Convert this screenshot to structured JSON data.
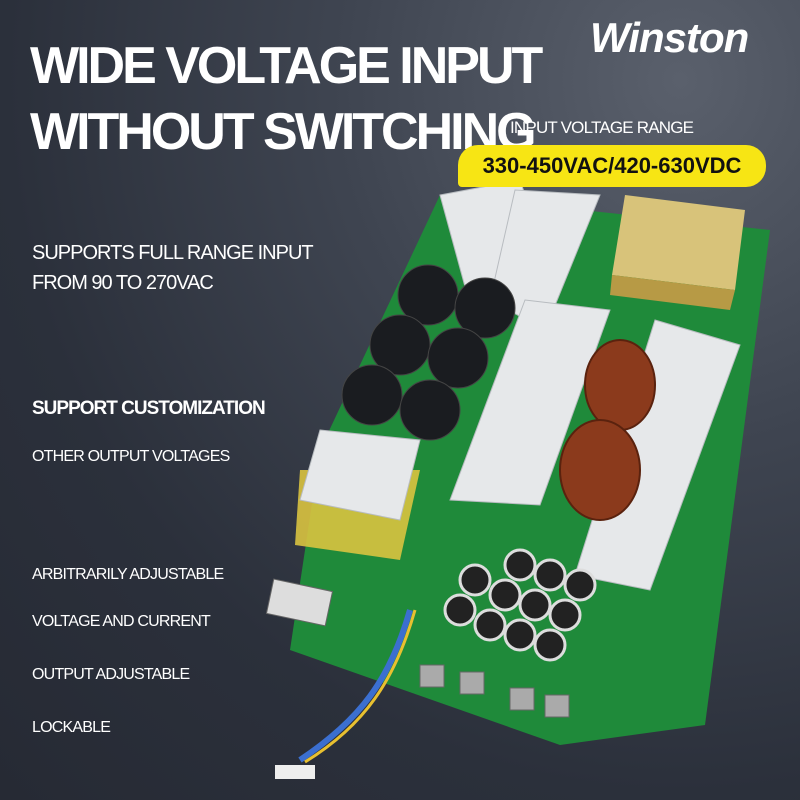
{
  "brand": {
    "logo": "Winston"
  },
  "headline": {
    "line1": "WIDE VOLTAGE INPUT",
    "line2": "WITHOUT SWITCHING"
  },
  "input_range": {
    "label": "INPUT VOLTAGE RANGE",
    "value": "330-450VAC/420-630VDC",
    "highlight_color": "#f7e514"
  },
  "features": {
    "full_range_line1": "SUPPORTS FULL RANGE INPUT",
    "full_range_line2": "FROM 90 TO 270VAC",
    "customization_heading": "SUPPORT CUSTOMIZATION",
    "customization_detail": "OTHER OUTPUT VOLTAGES",
    "adjust_line1": "ARBITRARILY ADJUSTABLE",
    "adjust_line2": "VOLTAGE AND CURRENT",
    "adjust_line3": "OUTPUT ADJUSTABLE",
    "adjust_line4": "LOCKABLE"
  }
}
